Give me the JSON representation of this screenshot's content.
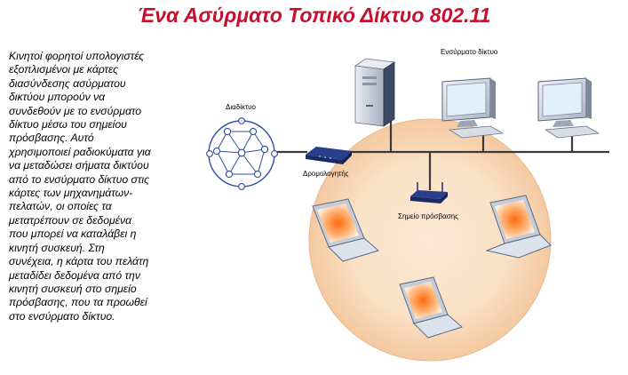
{
  "title": "Ένα Ασύρματο Τοπικό Δίκτυο 802.11",
  "description_lines": [
    "Κινητοί φορητοί υπολογιστές",
    "εξοπλισμένοι με κάρτες",
    "διασύνδεσης ασύρματου",
    "δικτύου μπορούν να",
    "συνδεθούν με το ενσύρματο",
    "δίκτυο μέσω του σημείου",
    "πρόσβασης. Αυτό",
    "χρησιμοποιεί ραδιοκύματα για",
    "να μεταδώσει σήματα δικτύου",
    "από το ενσύρματο δίκτυο στις",
    "κάρτες των μηχανημάτων-",
    "πελατών, οι οποίες τα",
    "μετατρέπουν σε δεδομένα",
    "που μπορεί να καταλάβει η",
    "κινητή συσκευή. Στη",
    "συνέχεια, η κάρτα του πελάτη",
    "μεταδίδει δεδομένα από την",
    "κινητή συσκευή στο σημείο",
    "πρόσβασης, που τα προωθεί",
    "στο ενσύρματο δίκτυο."
  ],
  "labels": {
    "internet": "Διαδίκτυο",
    "wired_network": "Ενσύρματο δίκτυο",
    "router": "Δρομολογητής",
    "access_point": "Σημείο πρόσβασης"
  },
  "colors": {
    "title": "#c8102e",
    "coverage_glow": "#f7d0a4",
    "laptop_screen_glow": "#ff7a20",
    "internet_blue": "#2f4fa0"
  }
}
